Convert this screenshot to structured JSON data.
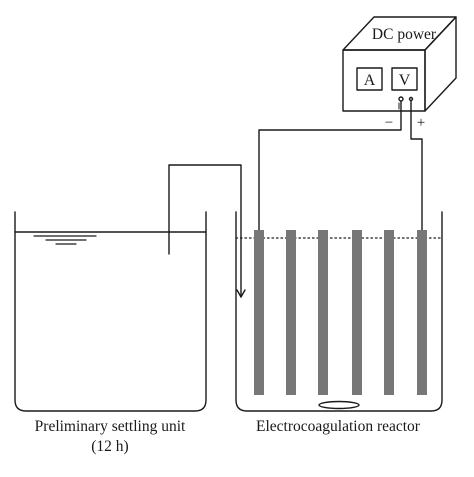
{
  "power_supply": {
    "title": "DC power",
    "meter_a": "A",
    "meter_v": "V",
    "negative": "−",
    "positive": "+"
  },
  "settling_unit": {
    "label_line1": "Preliminary settling unit",
    "label_line2": "(12 h)"
  },
  "reactor": {
    "label": "Electrocoagulation reactor",
    "electrode_count": 6
  },
  "colors": {
    "line": "#1a1a1a",
    "electrode": "#777777"
  }
}
